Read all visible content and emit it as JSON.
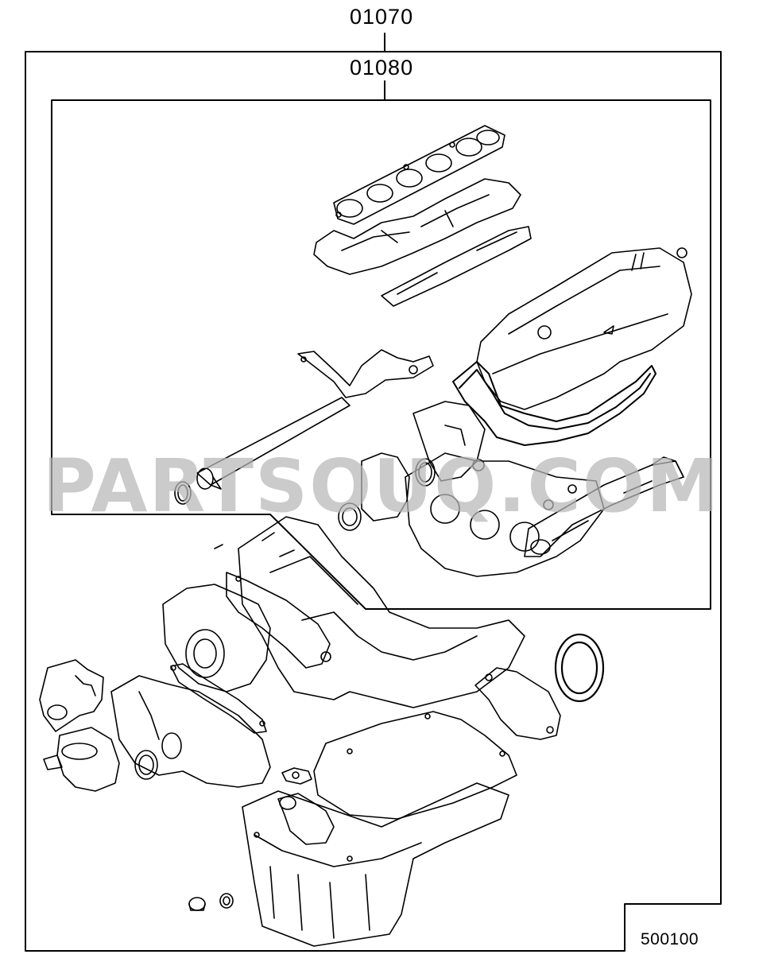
{
  "labels": {
    "outer_kit": "01070",
    "inner_kit": "01080",
    "diagram_code": "500100"
  },
  "watermark": "PARTSOUQ.COM",
  "colors": {
    "line": "#000000",
    "watermark": "#b8b8b8",
    "background": "#ffffff"
  }
}
